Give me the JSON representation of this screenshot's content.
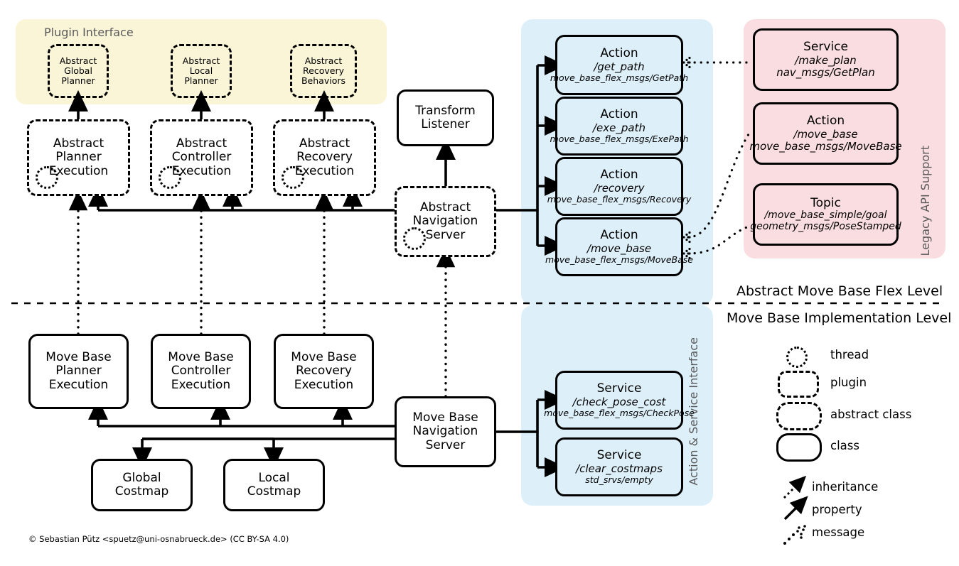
{
  "diagram": {
    "title": "Move Base Flex Architecture",
    "copyright": "© Sebastian Pütz <spuetz@uni-osnabrueck.de> (CC BY-SA 4.0)",
    "colors": {
      "plugin_region": "#faf5d7",
      "interface_region": "#ddf0fa",
      "legacy_region": "#fadde0",
      "stroke": "#000000",
      "region_label": "#59595a"
    }
  },
  "regions": {
    "plugin_interface": {
      "label": "Plugin Interface"
    },
    "action_service_interface": {
      "label": "Action & Service Interface"
    },
    "legacy_api_support": {
      "label": "Legacy API Support"
    }
  },
  "levels": {
    "abstract": "Abstract Move Base Flex Level",
    "implementation": "Move Base Implementation Level"
  },
  "plugins": [
    {
      "line1": "Abstract",
      "line2": "Global",
      "line3": "Planner"
    },
    {
      "line1": "Abstract",
      "line2": "Local",
      "line3": "Planner"
    },
    {
      "line1": "Abstract",
      "line2": "Recovery",
      "line3": "Behaviors"
    }
  ],
  "abstract_executions": [
    {
      "line1": "Abstract",
      "line2": "Planner",
      "line3": "Execution"
    },
    {
      "line1": "Abstract",
      "line2": "Controller",
      "line3": "Execution"
    },
    {
      "line1": "Abstract",
      "line2": "Recovery",
      "line3": "Execution"
    }
  ],
  "servers": {
    "transform_listener": {
      "line1": "Transform",
      "line2": "Listener"
    },
    "abstract_navigation_server": {
      "line1": "Abstract",
      "line2": "Navigation",
      "line3": "Server"
    },
    "move_base_navigation_server": {
      "line1": "Move Base",
      "line2": "Navigation",
      "line3": "Server"
    }
  },
  "mbf_actions": [
    {
      "kind": "Action",
      "name": "/get_path",
      "type": "move_base_flex_msgs/GetPath"
    },
    {
      "kind": "Action",
      "name": "/exe_path",
      "type": "move_base_flex_msgs/ExePath"
    },
    {
      "kind": "Action",
      "name": "/recovery",
      "type": "move_base_flex_msgs/Recovery"
    },
    {
      "kind": "Action",
      "name": "/move_base",
      "type": "move_base_flex_msgs/MoveBase"
    }
  ],
  "mbf_services": [
    {
      "kind": "Service",
      "name": "/check_pose_cost",
      "type": "move_base_flex_msgs/CheckPose"
    },
    {
      "kind": "Service",
      "name": "/clear_costmaps",
      "type": "std_srvs/empty"
    }
  ],
  "legacy_api": [
    {
      "kind": "Service",
      "name": "/make_plan",
      "type": "nav_msgs/GetPlan"
    },
    {
      "kind": "Action",
      "name": "/move_base",
      "type": "move_base_msgs/MoveBase"
    },
    {
      "kind": "Topic",
      "name": "/move_base_simple/goal",
      "type": "geometry_msgs/PoseStamped"
    }
  ],
  "move_base_executions": [
    {
      "line1": "Move Base",
      "line2": "Planner",
      "line3": "Execution"
    },
    {
      "line1": "Move Base",
      "line2": "Controller",
      "line3": "Execution"
    },
    {
      "line1": "Move Base",
      "line2": "Recovery",
      "line3": "Execution"
    }
  ],
  "costmaps": [
    {
      "line1": "Global",
      "line2": "Costmap"
    },
    {
      "line1": "Local",
      "line2": "Costmap"
    }
  ],
  "legend": [
    {
      "icon": "thread-icon",
      "label": "thread"
    },
    {
      "icon": "plugin-icon",
      "label": "plugin"
    },
    {
      "icon": "abstract-class-icon",
      "label": "abstract class"
    },
    {
      "icon": "class-icon",
      "label": "class"
    },
    {
      "icon": "inheritance-arrow-icon",
      "label": "inheritance"
    },
    {
      "icon": "property-arrow-icon",
      "label": "property"
    },
    {
      "icon": "message-arrow-icon",
      "label": "message"
    }
  ]
}
